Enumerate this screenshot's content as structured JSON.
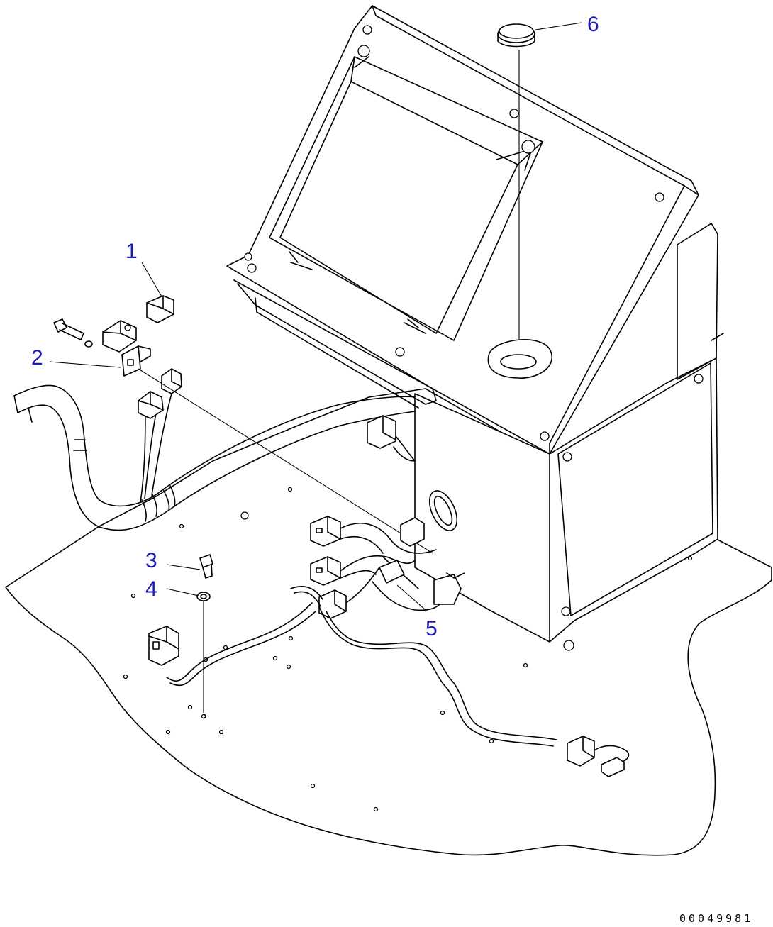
{
  "diagram": {
    "callouts": [
      {
        "id": "1",
        "label": "1"
      },
      {
        "id": "2",
        "label": "2"
      },
      {
        "id": "3",
        "label": "3"
      },
      {
        "id": "4",
        "label": "4"
      },
      {
        "id": "5",
        "label": "5"
      },
      {
        "id": "6",
        "label": "6"
      }
    ],
    "drawing_id": "00049981",
    "colors": {
      "callout": "#1a1ab8",
      "line": "#000000",
      "background": "#ffffff"
    }
  }
}
